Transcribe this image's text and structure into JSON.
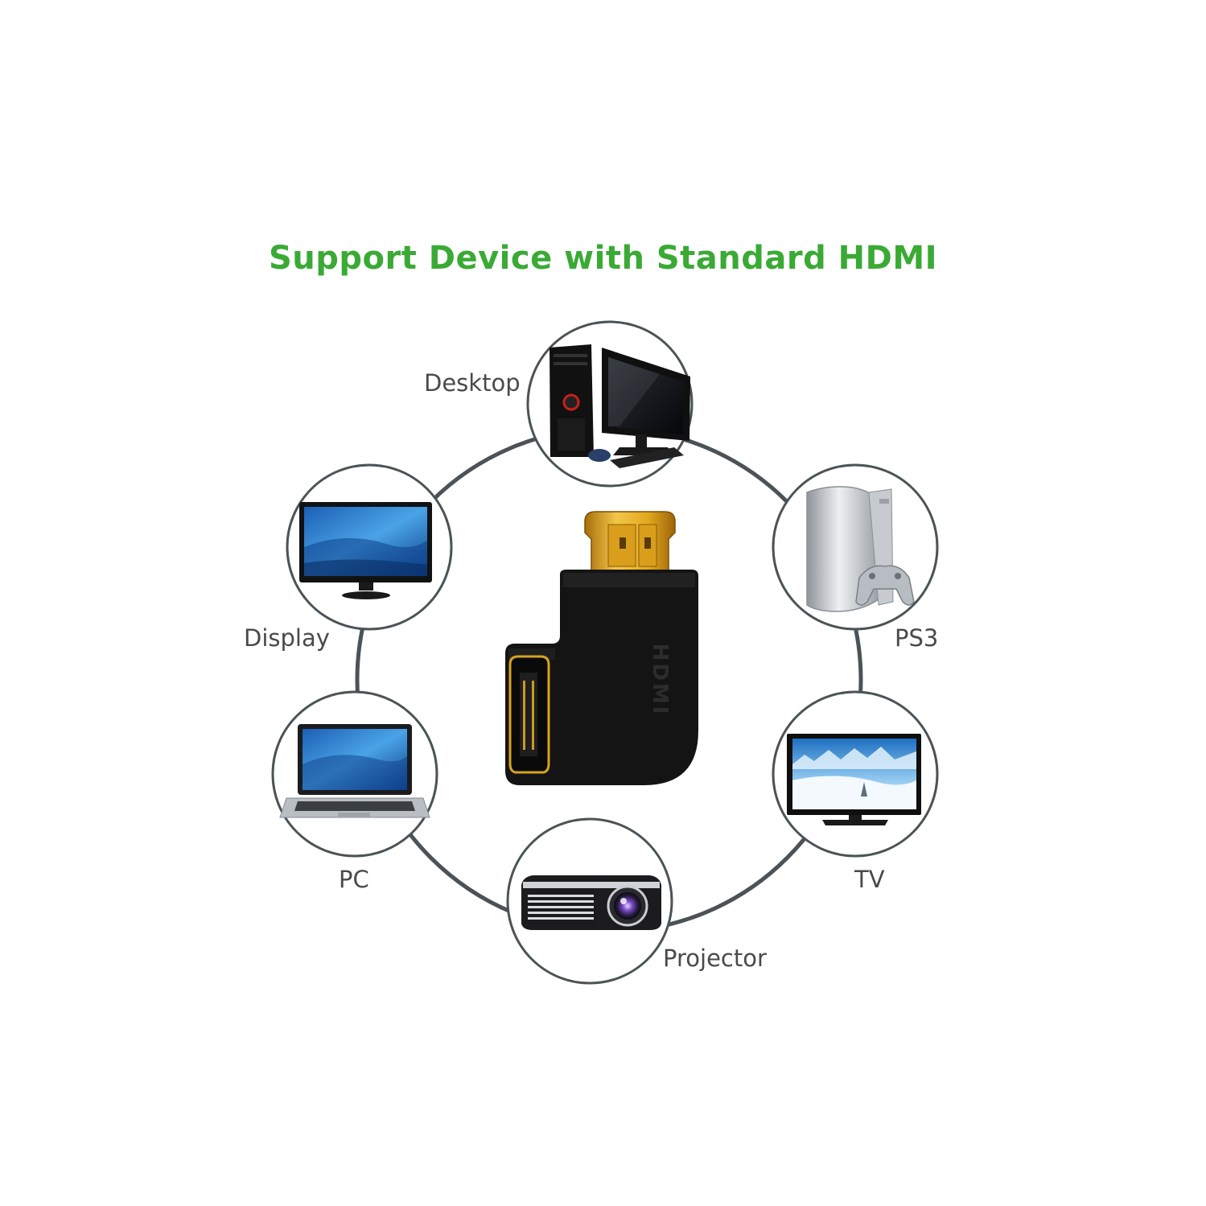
{
  "title": "Support Device with Standard HDMI",
  "colors": {
    "title": "#3aaa35",
    "ring": "#4b5357",
    "label": "#4a4a4a",
    "adapter": "#141414",
    "gold": "#d9a520"
  },
  "devices": [
    {
      "label": "Desktop",
      "icon": "desktop-pc-icon"
    },
    {
      "label": "PS3",
      "icon": "game-console-icon"
    },
    {
      "label": "TV",
      "icon": "tv-icon"
    },
    {
      "label": "Projector",
      "icon": "projector-icon"
    },
    {
      "label": "PC",
      "icon": "laptop-icon"
    },
    {
      "label": "Display",
      "icon": "monitor-icon"
    }
  ],
  "adapter": {
    "icon": "hdmi-right-angle-adapter",
    "emboss_text": "HDMI"
  }
}
